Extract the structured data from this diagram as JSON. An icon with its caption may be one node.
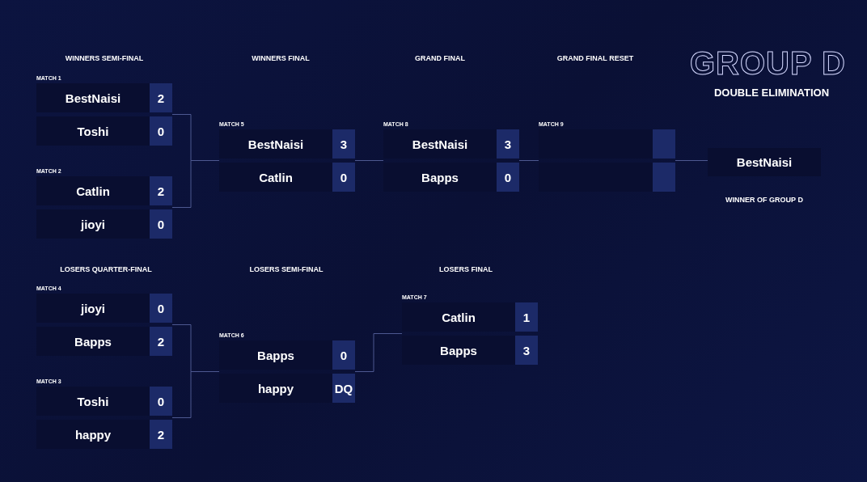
{
  "diagram": {
    "title": "GROUP D",
    "nodes": [
      {
        "text": [
          "MATCH 1"
        ]
      },
      {
        "text": [
          "BestNaisi",
          "2"
        ],
        "in": 0
      },
      {
        "text": [
          "Toshi",
          "0"
        ],
        "in": 0
      },
      {
        "text": [
          "MATCH 2"
        ]
      },
      {
        "text": [
          "Catlin",
          "2"
        ],
        "in": 3
      },
      {
        "text": [
          "jioyi",
          "0"
        ],
        "in": 3
      },
      {
        "text": [
          "MATCH 5"
        ]
      },
      {
        "text": [
          "BestNaisi",
          "3"
        ],
        "in": 6
      },
      {
        "text": [
          "Catlin",
          "0"
        ],
        "in": 6
      },
      {
        "text": [
          "MATCH 8"
        ]
      },
      {
        "text": [
          "BestNaisi",
          "3"
        ],
        "in": 9
      },
      {
        "text": [
          "Bapps",
          "0"
        ],
        "in": 9
      },
      {
        "text": [
          "MATCH 9"
        ]
      },
      {
        "text": [],
        "shape": "box",
        "in": 12
      },
      {
        "text": [],
        "shape": "box",
        "in": 12
      },
      {
        "text": [
          "BestNaisi"
        ],
        "beside": [
          "WINNER OF GROUP D"
        ]
      },
      {
        "text": [
          "MATCH 4"
        ]
      },
      {
        "text": [
          "jioyi",
          "0"
        ],
        "in": 16
      },
      {
        "text": [
          "Bapps",
          "2"
        ],
        "in": 16
      },
      {
        "text": [
          "MATCH 3"
        ]
      },
      {
        "text": [
          "Toshi",
          "0"
        ],
        "in": 19
      },
      {
        "text": [
          "happy",
          "2"
        ],
        "in": 19
      },
      {
        "text": [
          "MATCH 6"
        ]
      },
      {
        "text": [
          "Bapps",
          "0"
        ],
        "in": 22
      },
      {
        "text": [
          "happy",
          "DQ"
        ],
        "in": 22
      },
      {
        "text": [
          "MATCH 7"
        ]
      },
      {
        "text": [
          "Catlin",
          "1"
        ],
        "in": 25
      },
      {
        "text": [
          "Bapps",
          "3"
        ],
        "in": 25
      }
    ],
    "edges": [
      {
        "from": 0,
        "to": 6,
        "arrow": "none"
      },
      {
        "from": 3,
        "to": 6,
        "arrow": "none"
      },
      {
        "from": 6,
        "to": 9,
        "arrow": "none"
      },
      {
        "from": 9,
        "to": 12,
        "arrow": "none"
      },
      {
        "from": 12,
        "to": 15,
        "arrow": "none"
      },
      {
        "from": 16,
        "to": 22,
        "arrow": "none"
      },
      {
        "from": 19,
        "to": 22,
        "arrow": "none"
      },
      {
        "from": 22,
        "to": 25,
        "arrow": "none"
      }
    ],
    "labels": [
      "WINNERS SEMI-FINAL",
      "WINNERS FINAL",
      "GRAND FINAL",
      "GRAND FINAL RESET",
      "DOUBLE ELIMINATION",
      "LOSERS QUARTER-FINAL",
      "LOSERS SEMI-FINAL",
      "LOSERS FINAL"
    ]
  }
}
